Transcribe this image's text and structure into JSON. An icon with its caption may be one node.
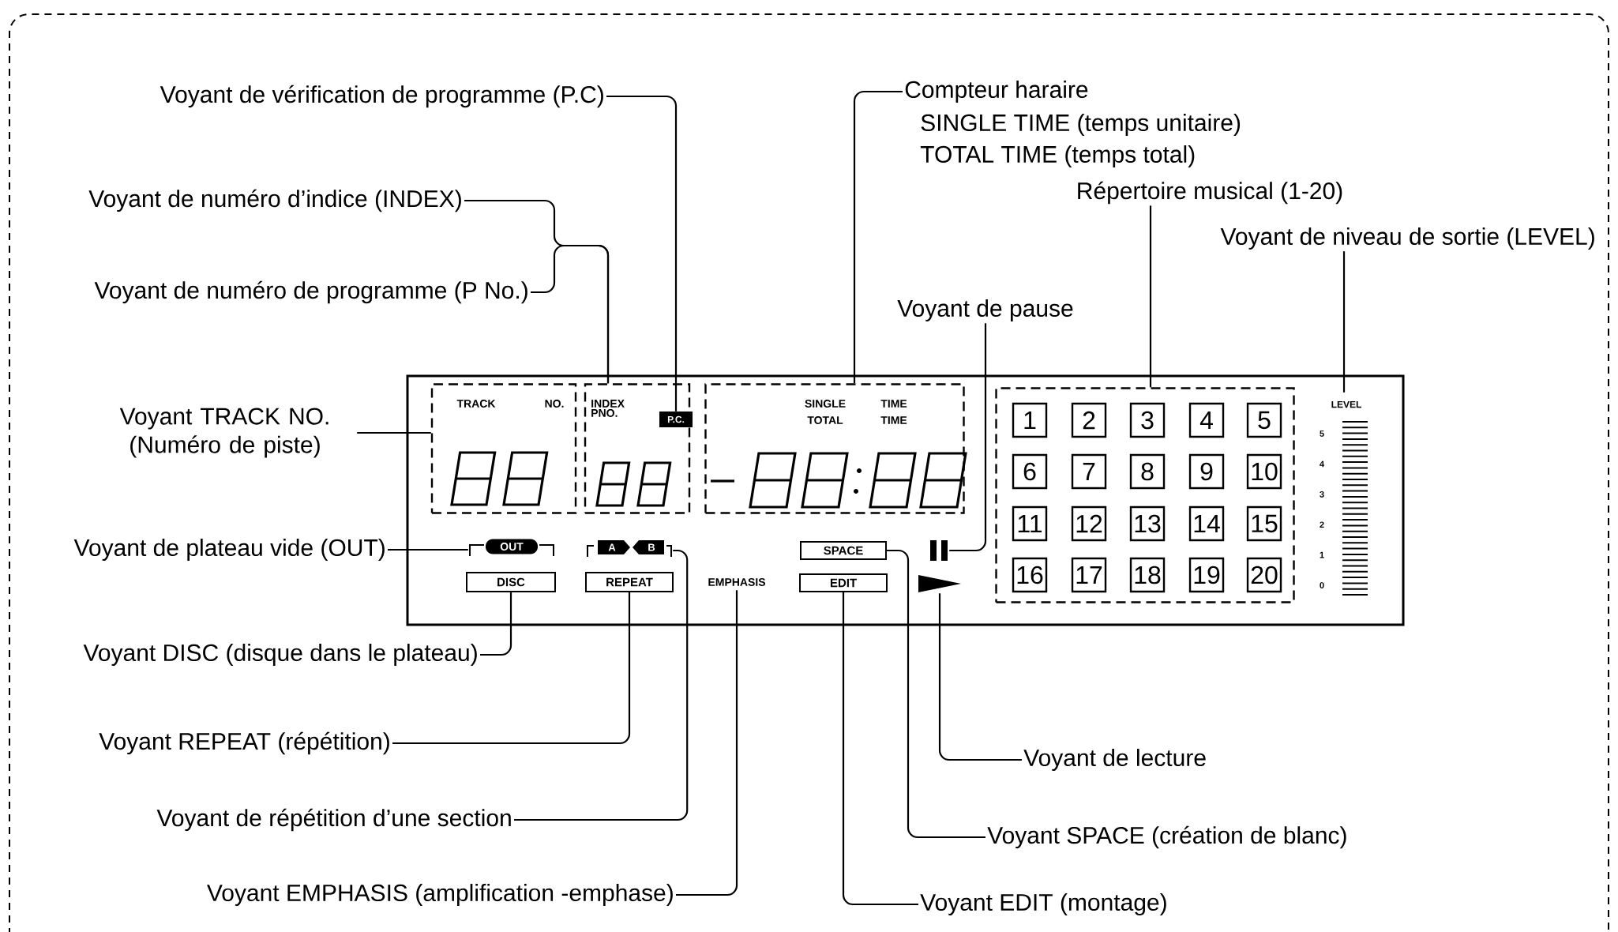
{
  "diagram": {
    "nodes": [
      {
        "text": [
          "Voyant de vérification de programme (P.C)"
        ]
      },
      {
        "text": [
          "Voyant de numéro d’indice (INDEX)"
        ]
      },
      {
        "text": [
          "Voyant de numéro de programme (P No.)"
        ]
      },
      {
        "text": [
          "Voyant TRACK NO. (Numéro de piste)"
        ]
      },
      {
        "text": [
          "Voyant de plateau vide (OUT)"
        ]
      },
      {
        "text": [
          "Voyant DISC (disque dans le plateau)"
        ]
      },
      {
        "text": [
          "Voyant REPEAT (répétition)"
        ]
      },
      {
        "text": [
          "Voyant de répétition d’une section"
        ]
      },
      {
        "text": [
          "Voyant EMPHASIS (amplification -emphase)"
        ]
      },
      {
        "text": [
          "Compteur haraire",
          "SINGLE TIME (temps unitaire)",
          "TOTAL TIME (temps total)"
        ]
      },
      {
        "text": [
          "Répertoire musical (1-20)"
        ]
      },
      {
        "text": [
          "Voyant de niveau de sortie (LEVEL)"
        ]
      },
      {
        "text": [
          "Voyant de pause"
        ]
      },
      {
        "text": [
          "Voyant de lecture"
        ]
      },
      {
        "text": [
          "Voyant SPACE (création de blanc)"
        ]
      },
      {
        "text": [
          "Voyant EDIT (montage)"
        ]
      },
      {
        "text": [],
        "shape": "box"
      },
      {
        "text": [
          "TRACK",
          "NO."
        ],
        "in": 16
      },
      {
        "text": [
          "INDEX PNO."
        ],
        "in": 16
      },
      {
        "text": [
          "P.C."
        ],
        "in": 18
      },
      {
        "text": [
          "SINGLE",
          "TIME",
          "TOTAL",
          "TIME"
        ],
        "in": 16
      },
      {
        "text": [
          "OUT"
        ],
        "in": 16
      },
      {
        "text": [
          "DISC"
        ],
        "in": 16
      },
      {
        "text": [
          "A",
          "B"
        ],
        "in": 16
      },
      {
        "text": [
          "REPEAT"
        ],
        "in": 16
      },
      {
        "text": [
          "EMPHASIS"
        ],
        "in": 16
      },
      {
        "text": [
          "SPACE"
        ],
        "in": 16
      },
      {
        "text": [
          "EDIT"
        ],
        "in": 16
      },
      {
        "text": [],
        "shape": "pause",
        "in": 16
      },
      {
        "text": [],
        "shape": "triangle",
        "in": 16
      },
      {
        "text": [],
        "shape": "box",
        "in": 16
      },
      {
        "text": [
          "1"
        ],
        "in": 30
      },
      {
        "text": [
          "2"
        ],
        "in": 30
      },
      {
        "text": [
          "3"
        ],
        "in": 30
      },
      {
        "text": [
          "4"
        ],
        "in": 30
      },
      {
        "text": [
          "5"
        ],
        "in": 30
      },
      {
        "text": [
          "6"
        ],
        "in": 30
      },
      {
        "text": [
          "7"
        ],
        "in": 30
      },
      {
        "text": [
          "8"
        ],
        "in": 30
      },
      {
        "text": [
          "9"
        ],
        "in": 30
      },
      {
        "text": [
          "10"
        ],
        "in": 30
      },
      {
        "text": [
          "11"
        ],
        "in": 30
      },
      {
        "text": [
          "12"
        ],
        "in": 30
      },
      {
        "text": [
          "13"
        ],
        "in": 30
      },
      {
        "text": [
          "14"
        ],
        "in": 30
      },
      {
        "text": [
          "15"
        ],
        "in": 30
      },
      {
        "text": [
          "16"
        ],
        "in": 30
      },
      {
        "text": [
          "17"
        ],
        "in": 30
      },
      {
        "text": [
          "18"
        ],
        "in": 30
      },
      {
        "text": [
          "19"
        ],
        "in": 30
      },
      {
        "text": [
          "20"
        ],
        "in": 30
      },
      {
        "text": [
          "LEVEL",
          "5",
          "4",
          "3",
          "2",
          "1",
          "0"
        ],
        "in": 16
      }
    ],
    "edges": [
      {
        "from": 0,
        "to": 19,
        "arrow": "none"
      },
      {
        "from": 1,
        "to": 18,
        "arrow": "none"
      },
      {
        "from": 2,
        "to": 18,
        "arrow": "none"
      },
      {
        "from": 3,
        "to": 17,
        "arrow": "none"
      },
      {
        "from": 4,
        "to": 21,
        "arrow": "none"
      },
      {
        "from": 5,
        "to": 22,
        "arrow": "none"
      },
      {
        "from": 6,
        "to": 24,
        "arrow": "none"
      },
      {
        "from": 7,
        "to": 23,
        "arrow": "none"
      },
      {
        "from": 8,
        "to": 25,
        "arrow": "none"
      },
      {
        "from": 9,
        "to": 20,
        "arrow": "none"
      },
      {
        "from": 10,
        "to": 30,
        "arrow": "none"
      },
      {
        "from": 11,
        "to": 51,
        "arrow": "none"
      },
      {
        "from": 12,
        "to": 28,
        "arrow": "none"
      },
      {
        "from": 13,
        "to": 29,
        "arrow": "none"
      },
      {
        "from": 14,
        "to": 26,
        "arrow": "none"
      },
      {
        "from": 15,
        "to": 27,
        "arrow": "none"
      }
    ]
  }
}
